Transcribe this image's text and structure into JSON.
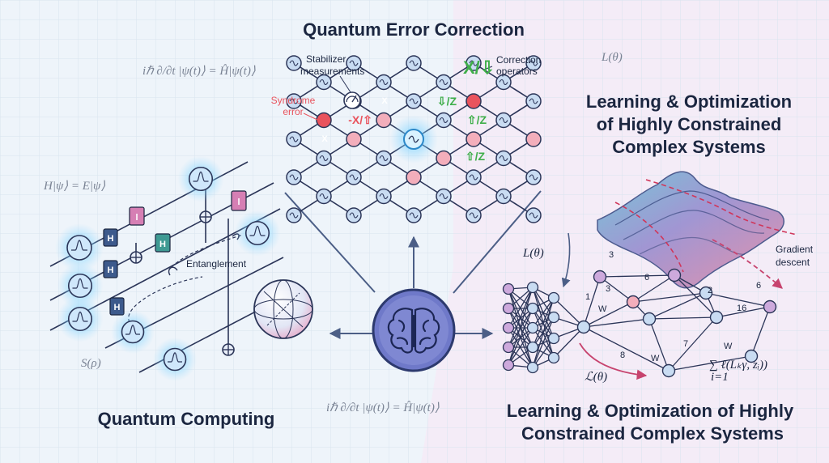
{
  "titles": {
    "qec": "Quantum Error Correction",
    "qc": "Quantum Computing",
    "learn_top_1": "Learning & Optimization",
    "learn_top_2": "of Highly Constrained",
    "learn_top_3": "Complex Systems",
    "learn_bottom_1": "Learning & Optimization of Highly",
    "learn_bottom_2": "Constrained Complex Systems"
  },
  "qec": {
    "stabilizer_1": "Stabilizer",
    "stabilizer_2": "measurements",
    "syndrome_1": "Syndrome",
    "syndrome_2": "error",
    "correction_1": "Correction",
    "correction_2": "operators",
    "x_down": "X/⇩",
    "x_up": "-X/⇧",
    "down_z": "⇩/Z",
    "up_z_1": "⇧/Z",
    "up_z_2": "⇧/Z",
    "x_mark": "X"
  },
  "qc": {
    "gate_h": "H",
    "gate_l": "l",
    "entanglement": "Entanglement"
  },
  "learn": {
    "gradient_1": "Gradient",
    "gradient_2": "descent",
    "w": "W",
    "n1": "1",
    "n3": "3",
    "n6": "6",
    "n2": "2",
    "n16": "16",
    "n7": "7",
    "n8": "8"
  },
  "math": {
    "schrodinger": "iℏ ∂/∂t |ψ(t)⟩ = Ĥ|ψ(t)⟩",
    "eigen": "H|ψ⟩ = E|ψ⟩",
    "entropy": "S(ρ)",
    "loss_top": "L(θ)",
    "loss_mid": "L(θ)",
    "loss_script": "ℒ(θ)",
    "sum": "∑ ℓ(Lₖγ, zᵢ))",
    "sum_index": "i=1"
  },
  "colors": {
    "node_blue": "#c9dcf2",
    "node_pink": "#f3aebb",
    "node_purple": "#cda9dc",
    "hub": "#6f79c9",
    "error_red": "#e9535d",
    "correct_green": "#3fae4a",
    "gate_teal": "#3f9a93",
    "gate_navy": "#3d5a8c",
    "gate_pink": "#d67fb4"
  }
}
